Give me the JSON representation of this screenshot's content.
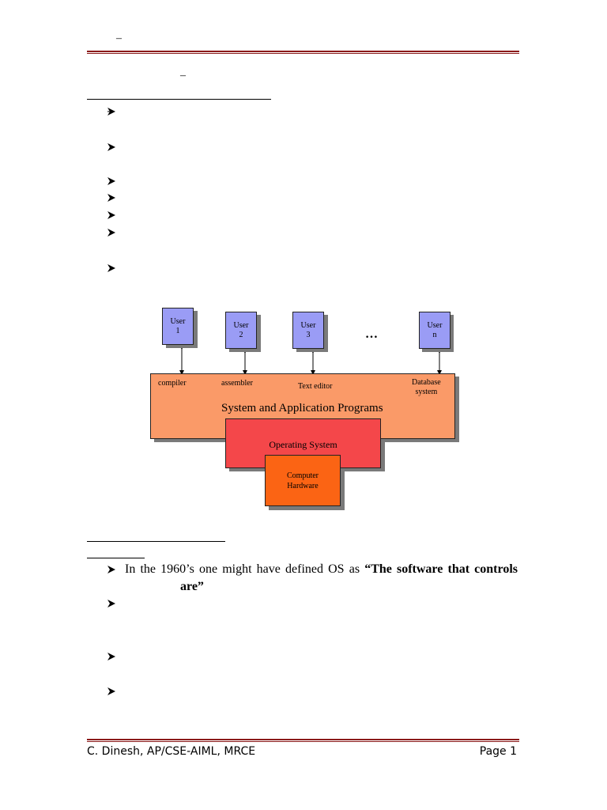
{
  "header": {
    "dash": "–"
  },
  "section1": {
    "title_dash": "–"
  },
  "diagram": {
    "users": [
      {
        "line1": "User",
        "line2": "1"
      },
      {
        "line1": "User",
        "line2": "2"
      },
      {
        "line1": "User",
        "line2": "3"
      },
      {
        "line1": "User",
        "line2": "n"
      }
    ],
    "ellipsis": "…",
    "programs": {
      "compiler": "compiler",
      "assembler": "assembler",
      "text_editor": "Text editor",
      "database_line1": "Database",
      "database_line2": "system",
      "title": "System and Application Programs"
    },
    "os_label": "Operating System",
    "hardware_line1": "Computer",
    "hardware_line2": "Hardware",
    "colors": {
      "user": "#9a9cf5",
      "programs": "#fa9a68",
      "os": "#f4474a",
      "hardware": "#fb6414",
      "shadow": "#7a7a7a"
    }
  },
  "section2": {
    "para1_lead": "In the 1960’s one might have defined OS as ",
    "para1_bold": "“The software that controls",
    "para1_bold_line2": "are”"
  },
  "footer": {
    "left": "C. Dinesh, AP/CSE-AIML, MRCE",
    "right": "Page 1"
  }
}
